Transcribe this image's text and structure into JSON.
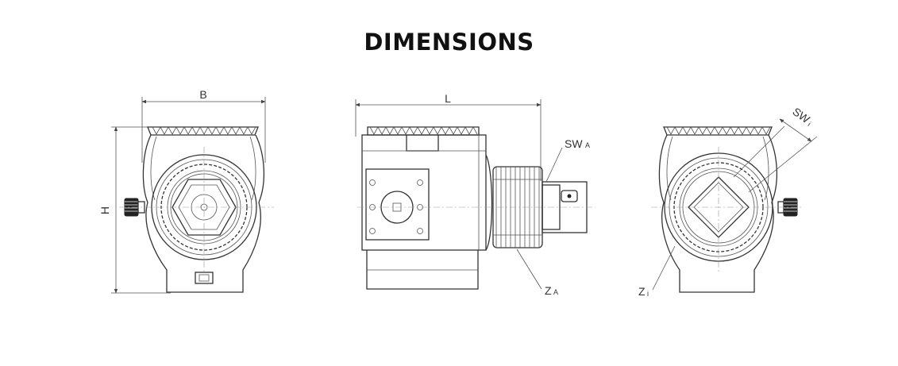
{
  "title": "DIMENSIONS",
  "labels": {
    "width": "B",
    "height": "H",
    "length": "L",
    "sw_a_main": "SW",
    "sw_a_sub": "A",
    "z_a_main": "Z",
    "z_a_sub": "A",
    "z_i_main": "Z",
    "z_i_sub": "i",
    "sw_i_main": "SW",
    "sw_i_sub": "i"
  }
}
